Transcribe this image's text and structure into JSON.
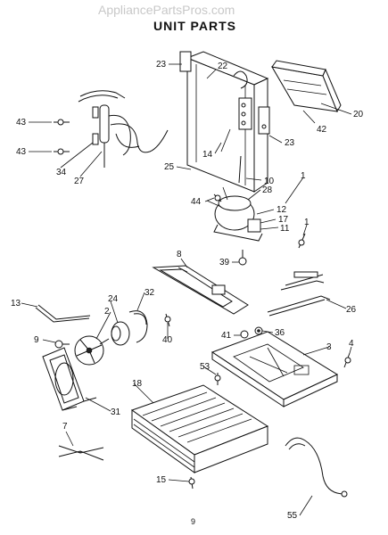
{
  "watermark": "AppliancePartsPros.com",
  "title": "UNIT PARTS",
  "page_number": "9",
  "callouts": {
    "c1a": "1",
    "c1b": "1",
    "c2": "2",
    "c3": "3",
    "c4": "4",
    "c7": "7",
    "c8": "8",
    "c9": "9",
    "c10": "10",
    "c11": "11",
    "c12": "12",
    "c13": "13",
    "c14": "14",
    "c15": "15",
    "c17": "17",
    "c18": "18",
    "c20": "20",
    "c22": "22",
    "c23a": "23",
    "c23b": "23",
    "c24": "24",
    "c25": "25",
    "c26": "26",
    "c27": "27",
    "c28": "28",
    "c31": "31",
    "c32": "32",
    "c34": "34",
    "c36": "36",
    "c39": "39",
    "c40": "40",
    "c41": "41",
    "c42": "42",
    "c43a": "43",
    "c43b": "43",
    "c44": "44",
    "c53": "53",
    "c55": "55"
  }
}
